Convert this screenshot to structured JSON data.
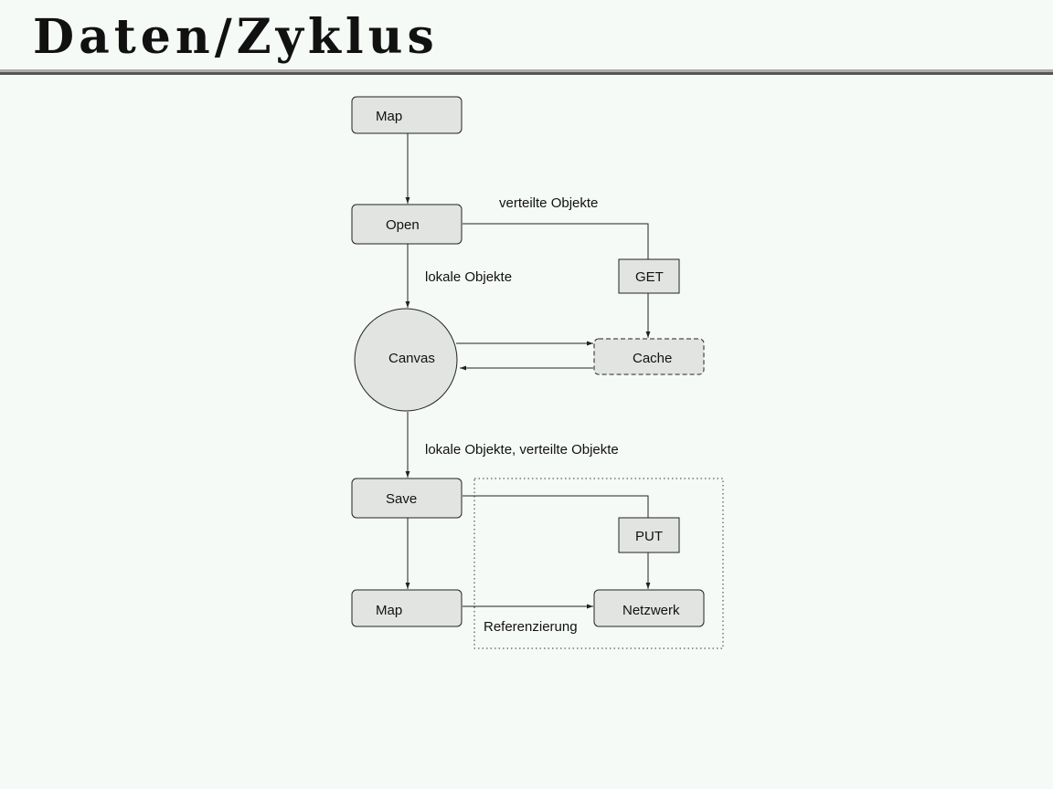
{
  "page": {
    "title": "Daten/Zyklus"
  },
  "diagram": {
    "nodes": {
      "map_top": "Map",
      "open": "Open",
      "get": "GET",
      "canvas": "Canvas",
      "cache": "Cache",
      "save": "Save",
      "put": "PUT",
      "map_bottom": "Map",
      "netzwerk": "Netzwerk"
    },
    "edge_labels": {
      "verteilte_objekte": "verteilte Objekte",
      "lokale_objekte": "lokale Objekte",
      "lokale_verteilte": "lokale Objekte, verteilte Objekte",
      "referenzierung": "Referenzierung"
    },
    "colors": {
      "node_fill": "#e2e4e2",
      "stroke": "#222222",
      "background": "#f6faf7"
    }
  }
}
